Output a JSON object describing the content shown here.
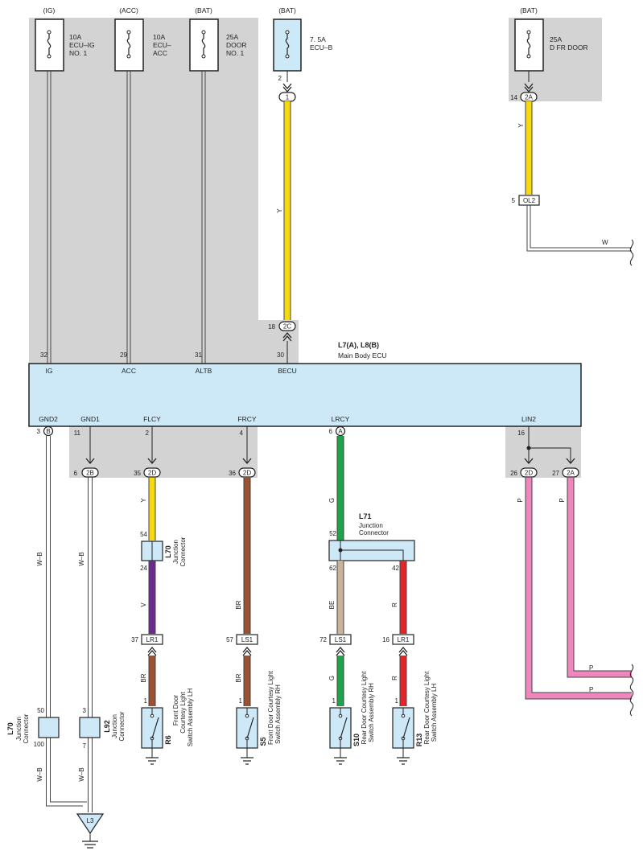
{
  "fuses": [
    {
      "source": "(IG)",
      "amp": "10A",
      "line2": "ECU–IG",
      "line3": "NO. 1"
    },
    {
      "source": "(ACC)",
      "amp": "10A",
      "line2": "ECU–",
      "line3": "ACC"
    },
    {
      "source": "(BAT)",
      "amp": "25A",
      "line2": "DOOR",
      "line3": "NO. 1"
    },
    {
      "source": "(BAT)",
      "amp": "7. 5A",
      "line2": "ECU–B",
      "line3": ""
    },
    {
      "source": "(BAT)",
      "amp": "25A",
      "line2": "D FR DOOR",
      "line3": ""
    }
  ],
  "ecu": {
    "id": "L7(A), L8(B)",
    "name": "Main Body ECU",
    "top_pins": [
      {
        "num": "32",
        "name": "IG"
      },
      {
        "num": "29",
        "name": "ACC"
      },
      {
        "num": "31",
        "name": "ALTB"
      },
      {
        "num": "30",
        "name": "BECU"
      }
    ],
    "bottom_pins": [
      {
        "num": "3",
        "name": "GND2",
        "conn": "B"
      },
      {
        "num": "11",
        "name": "GND1",
        "conn": ""
      },
      {
        "num": "2",
        "name": "FLCY",
        "conn": ""
      },
      {
        "num": "4",
        "name": "FRCY",
        "conn": ""
      },
      {
        "num": "6",
        "name": "LRCY",
        "conn": "A"
      },
      {
        "num": "16",
        "name": "LIN2",
        "conn": ""
      }
    ]
  },
  "connectors": {
    "ecub_pin": "2",
    "ecub_conn": "1",
    "c2c_pin": "18",
    "c2c": "2C",
    "dfr_pin": "14",
    "dfr_conn": "2A",
    "ol2_pin": "5",
    "ol2": "OL2",
    "gnd1_pin": "6",
    "gnd1_conn": "2B",
    "flcy_pin": "35",
    "flcy_conn": "2D",
    "frcy_pin": "36",
    "frcy_conn": "2D",
    "lin_a_pin": "26",
    "lin_a_conn": "2D",
    "lin_b_pin": "27",
    "lin_b_conn": "2A",
    "lr1_a_pin": "37",
    "lr1_a": "LR1",
    "ls1_a_pin": "57",
    "ls1_a": "LS1",
    "ls1_b_pin": "72",
    "ls1_b": "LS1",
    "lr1_b_pin": "16",
    "lr1_b": "LR1",
    "ground": "L3"
  },
  "wire_colors": {
    "y": "Y",
    "w": "W",
    "wb": "W–B",
    "v": "V",
    "br": "BR",
    "g": "G",
    "be": "BE",
    "r": "R",
    "p": "P"
  },
  "junctions": {
    "l70a": {
      "id": "L70",
      "label1": "Junction",
      "label2": "Connector",
      "pin_top": "54",
      "pin_bot": "24"
    },
    "l71": {
      "id": "L71",
      "label1": "Junction",
      "label2": "Connector",
      "pin_top": "52",
      "pin_bl": "62",
      "pin_br": "42"
    },
    "l70b": {
      "id": "L70",
      "label1": "Junction",
      "label2": "Connector",
      "pin_top": "50",
      "pin_bot": "100"
    },
    "l92": {
      "id": "L92",
      "label1": "Junction",
      "label2": "Connector",
      "pin_top": "3",
      "pin_bot": "7"
    }
  },
  "switches": [
    {
      "id": "R6",
      "l1": "Front Door",
      "l2": "Courtesy Light",
      "l3": "Switch Assembly LH",
      "pin": "1"
    },
    {
      "id": "S5",
      "l1": "Front Door Courtesy Light",
      "l2": "Switch Assembly RH",
      "l3": "",
      "pin": "1"
    },
    {
      "id": "S10",
      "l1": "Rear Door Courtesy Light",
      "l2": "Switch Assembly RH",
      "l3": "",
      "pin": "1"
    },
    {
      "id": "R13",
      "l1": "Rear Door Courtesy Light",
      "l2": "Switch Assembly LH",
      "l3": "",
      "pin": "1"
    }
  ],
  "colors": {
    "yellow": "#f6d90f",
    "purple": "#6b2a8f",
    "brown": "#9a5232",
    "green": "#1fa34a",
    "beige": "#c9b49a",
    "red": "#e3242b",
    "pink": "#ef86be",
    "box_fill": "#cde9f8",
    "gray_bg": "#d3d3d3"
  }
}
